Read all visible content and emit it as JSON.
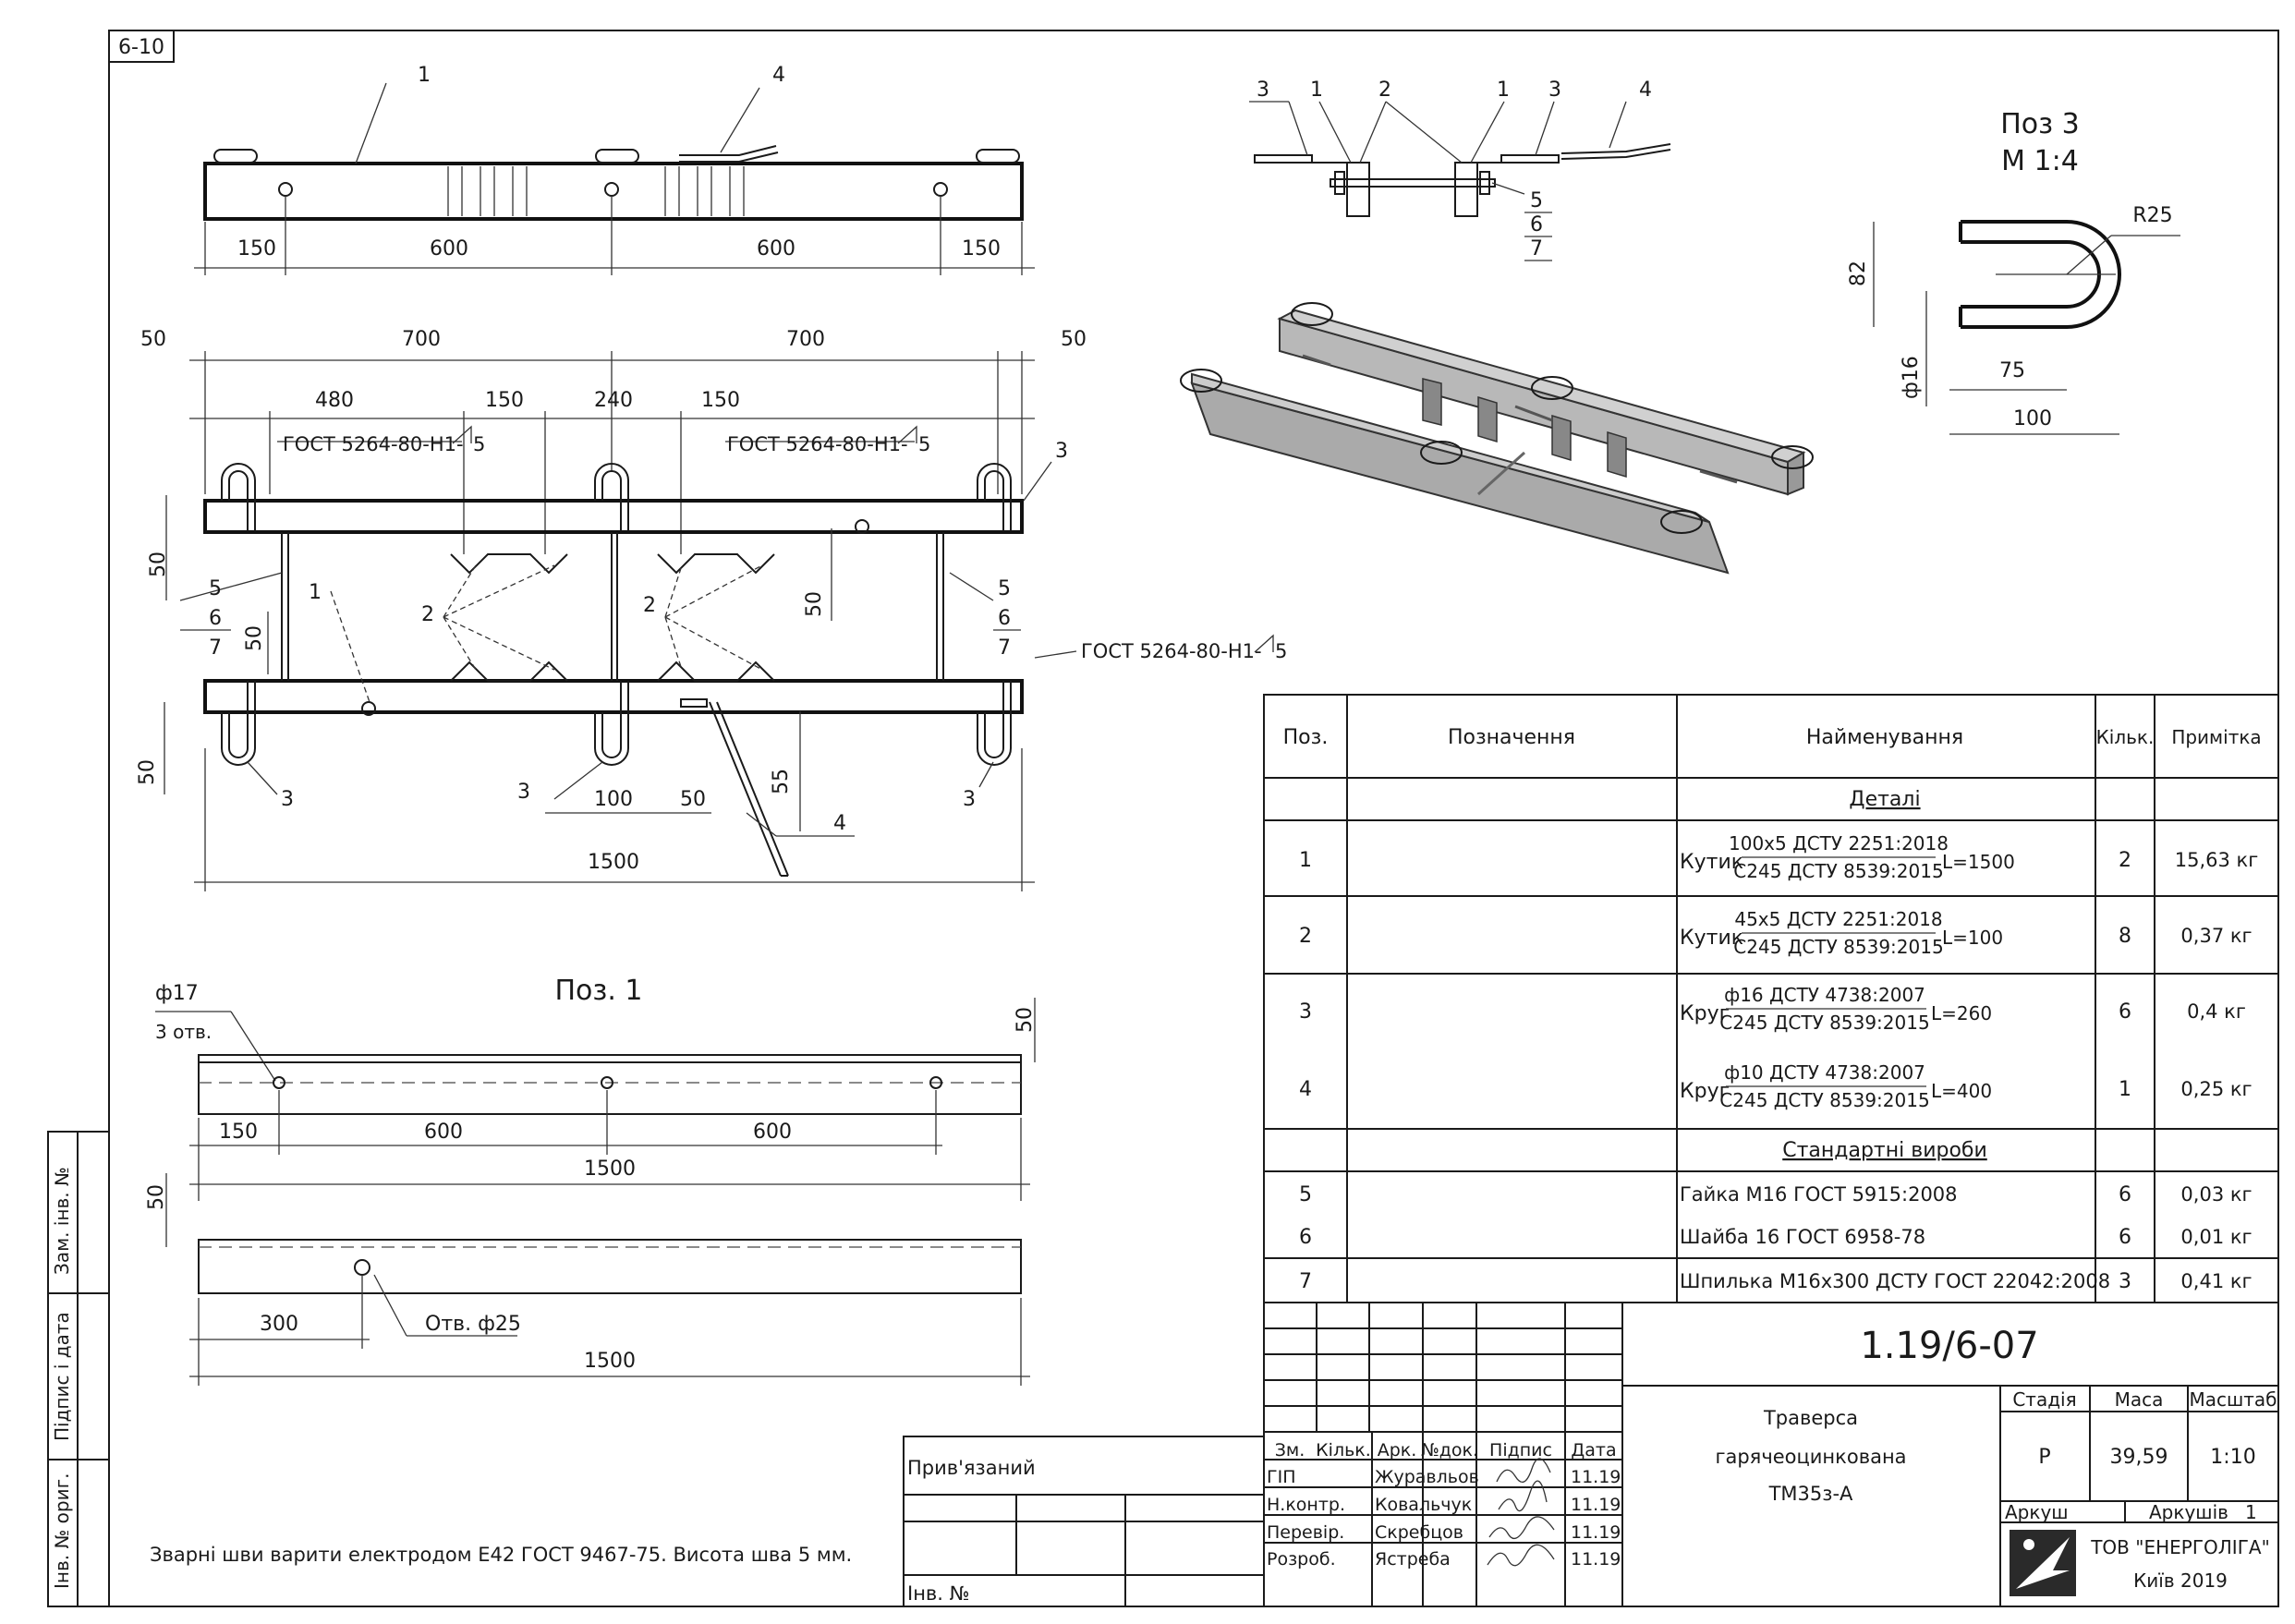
{
  "sheet_code": "6-10",
  "top_view": {
    "labels": [
      "1",
      "4"
    ],
    "dims": [
      "150",
      "600",
      "600",
      "150"
    ]
  },
  "plan_view": {
    "top_dims": [
      "50",
      "700",
      "700",
      "50"
    ],
    "sub_dims": [
      "480",
      "150",
      "240",
      "150"
    ],
    "weld_notes": [
      "ГОСТ 5264-80-Н1-",
      "5",
      "ГОСТ 5264-80-Н1-",
      "5",
      "ГОСТ 5264-80-Н1-",
      "5"
    ],
    "part_labels": [
      "3",
      "5",
      "6",
      "7",
      "1",
      "2",
      "2",
      "5",
      "6",
      "7",
      "3",
      "3",
      "3",
      "4"
    ],
    "side_dims": [
      "50",
      "50",
      "50",
      "50"
    ],
    "bottom_dims": [
      "100",
      "50",
      "55",
      "1500"
    ]
  },
  "section_view": {
    "labels": [
      "3",
      "1",
      "2",
      "1",
      "3",
      "4",
      "5",
      "6",
      "7"
    ]
  },
  "detail_3": {
    "title": "Поз 3",
    "scale": "М 1:4",
    "radius": "R25",
    "height": "82",
    "diameter": "ф16",
    "dim_inner": "75",
    "dim_outer": "100"
  },
  "detail_1": {
    "title": "Поз. 1",
    "hole_label": "ф17",
    "hole_count": "3 отв.",
    "side_dim": "50",
    "dims": [
      "150",
      "600",
      "600"
    ],
    "total": "1500",
    "bottom_side_dim": "50",
    "bottom_offset": "300",
    "bottom_hole": "Отв. ф25",
    "bottom_total": "1500"
  },
  "spec_table": {
    "headers": [
      "Поз.",
      "Позначення",
      "Найменування",
      "Кільк.",
      "Примітка"
    ],
    "section_details": "Деталі",
    "section_standard": "Стандартні вироби",
    "rows": [
      {
        "pos": "1",
        "prefix": "Кутик",
        "num": "100х5 ДСТУ 2251:2018",
        "den": "С245 ДСТУ 8539:2015",
        "len": "L=1500",
        "qty": "2",
        "note": "15,63 кг"
      },
      {
        "pos": "2",
        "prefix": "Кутик",
        "num": "45х5 ДСТУ 2251:2018",
        "den": "С245 ДСТУ 8539:2015",
        "len": "L=100",
        "qty": "8",
        "note": "0,37 кг"
      },
      {
        "pos": "3",
        "prefix": "Круг",
        "num": "ф16 ДСТУ 4738:2007",
        "den": "С245 ДСТУ 8539:2015",
        "len": "L=260",
        "qty": "6",
        "note": "0,4 кг"
      },
      {
        "pos": "4",
        "prefix": "Круг",
        "num": "ф10 ДСТУ 4738:2007",
        "den": "С245 ДСТУ 8539:2015",
        "len": "L=400",
        "qty": "1",
        "note": "0,25 кг"
      }
    ],
    "std_rows": [
      {
        "pos": "5",
        "name": "Гайка М16 ГОСТ 5915:2008",
        "qty": "6",
        "note": "0,03 кг"
      },
      {
        "pos": "6",
        "name": "Шайба 16 ГОСТ 6958-78",
        "qty": "6",
        "note": "0,01 кг"
      },
      {
        "pos": "7",
        "name": "Шпилька М16х300 ДСТУ ГОСТ 22042:2008",
        "qty": "3",
        "note": "0,41 кг"
      }
    ]
  },
  "title_block": {
    "doc_number": "1.19/6-07",
    "name_lines": [
      "Траверса",
      "гарячеоцинкована",
      "ТМ35з-А"
    ],
    "col_headers": [
      "Зм.",
      "Кільк.",
      "Арк.",
      "№док.",
      "Підпис",
      "Дата"
    ],
    "roles": [
      {
        "role": "ГІП",
        "person": "Журавльов",
        "date": "11.19"
      },
      {
        "role": "Н.контр.",
        "person": "Ковальчук",
        "date": "11.19"
      },
      {
        "role": "Перевір.",
        "person": "Скребцов",
        "date": "11.19"
      },
      {
        "role": "Розроб.",
        "person": "Ястреба",
        "date": "11.19"
      }
    ],
    "stage_header": "Стадія",
    "mass_header": "Маса",
    "scale_header": "Масштаб",
    "stage": "Р",
    "mass": "39,59",
    "scale": "1:10",
    "sheet_label": "Аркуш",
    "sheets_label": "Аркушів",
    "sheets_count": "1",
    "company": "ТОВ \"ЕНЕРГОЛІГА\"",
    "city": "Київ 2019"
  },
  "attached_label": "Прив'язаний",
  "inv_label": "Інв. №",
  "side_stamp": [
    "Інв. № ориг.",
    "Підпис і дата",
    "Зам. інв. №"
  ],
  "note": "Зварні шви варити електродом Е42 ГОСТ 9467-75. Висота шва 5 мм."
}
